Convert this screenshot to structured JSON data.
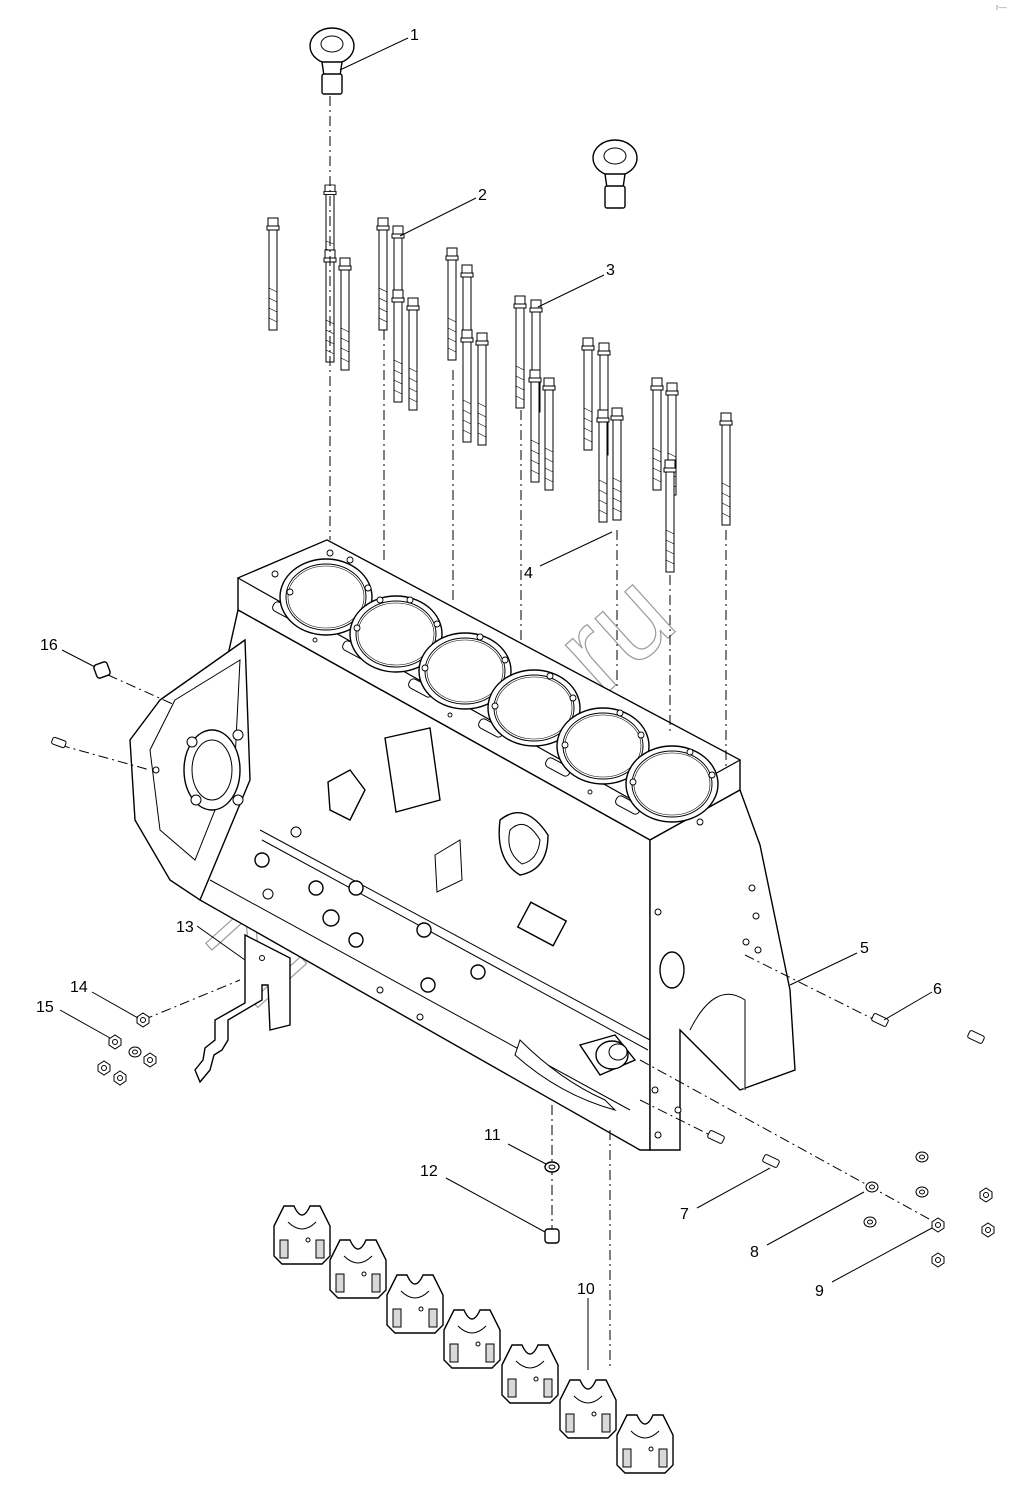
{
  "watermark": "Zapkam.ru",
  "corner_mark": "r—",
  "callouts": [
    {
      "id": "1",
      "label": "1"
    },
    {
      "id": "2",
      "label": "2"
    },
    {
      "id": "3",
      "label": "3"
    },
    {
      "id": "4",
      "label": "4"
    },
    {
      "id": "5",
      "label": "5"
    },
    {
      "id": "6",
      "label": "6"
    },
    {
      "id": "7",
      "label": "7"
    },
    {
      "id": "8",
      "label": "8"
    },
    {
      "id": "9",
      "label": "9"
    },
    {
      "id": "10",
      "label": "10"
    },
    {
      "id": "11",
      "label": "11"
    },
    {
      "id": "12",
      "label": "12"
    },
    {
      "id": "13",
      "label": "13"
    },
    {
      "id": "14",
      "label": "14"
    },
    {
      "id": "15",
      "label": "15"
    },
    {
      "id": "16",
      "label": "16"
    }
  ]
}
